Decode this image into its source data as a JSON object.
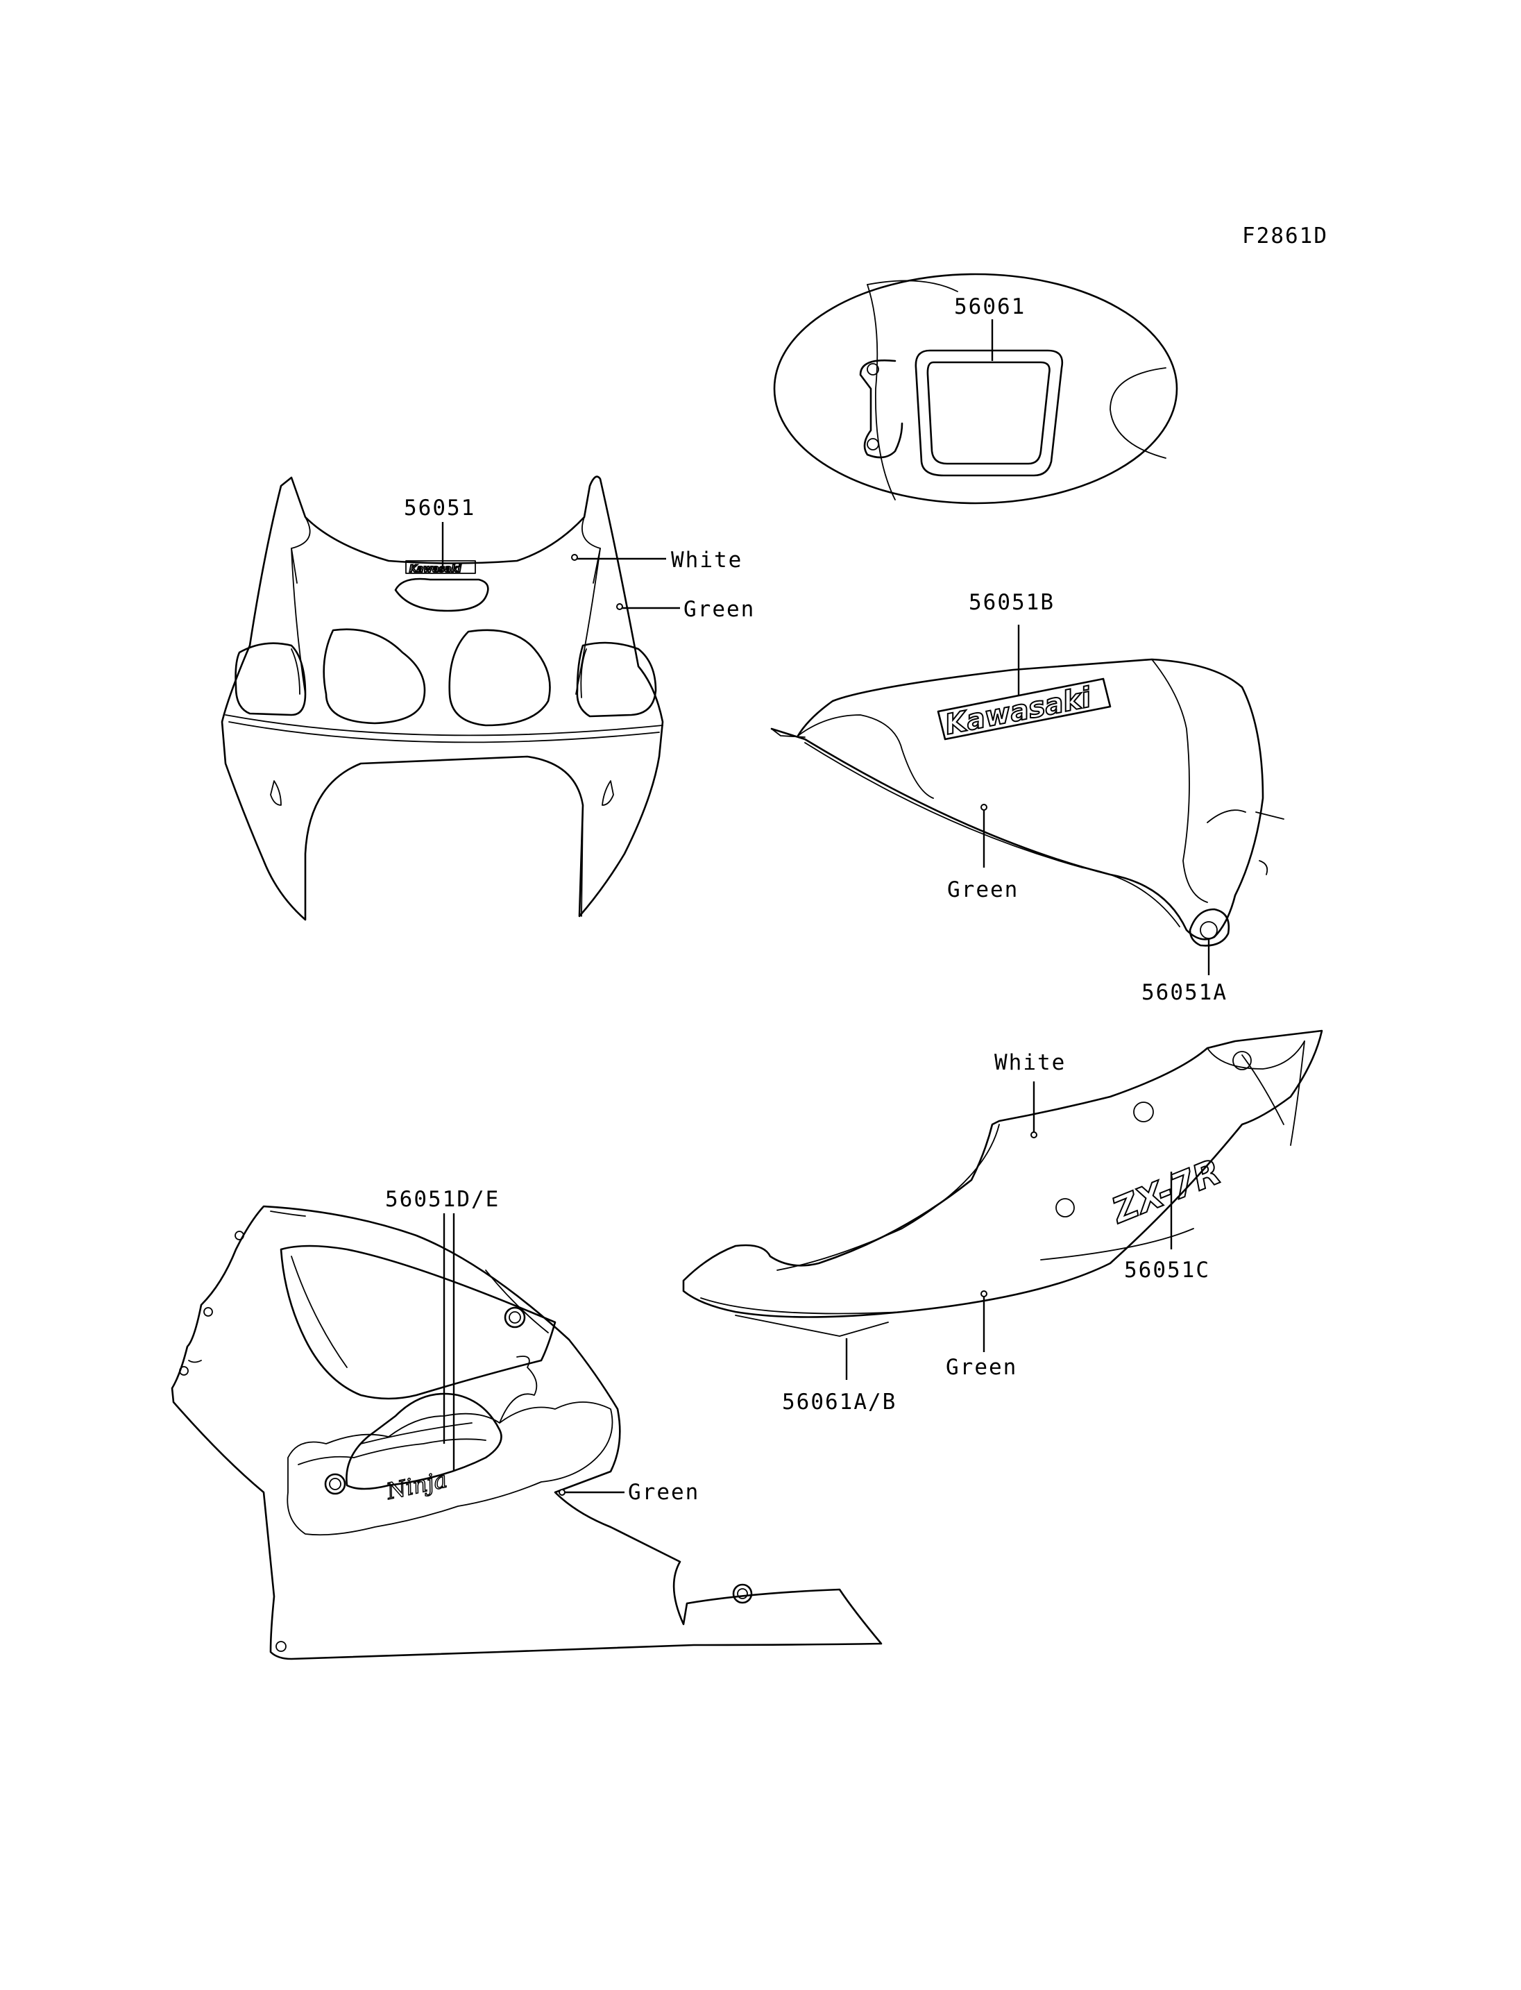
{
  "figure_id": "F2861D",
  "callouts": {
    "p56061": "56061",
    "p56051": "56051",
    "white_1": "White",
    "green_1": "Green",
    "p56051B": "56051B",
    "green_2": "Green",
    "p56051A": "56051A",
    "white_2": "White",
    "p56051C": "56051C",
    "green_3": "Green",
    "p56061AB": "56061A/B",
    "p56051DE": "56051D/E",
    "green_4": "Green"
  },
  "artwork_text": {
    "fairing_logo": "Kawasaki",
    "tank_logo": "Kawasaki",
    "tail_logo": "ZX-7R",
    "side_logo": "Ninja"
  }
}
